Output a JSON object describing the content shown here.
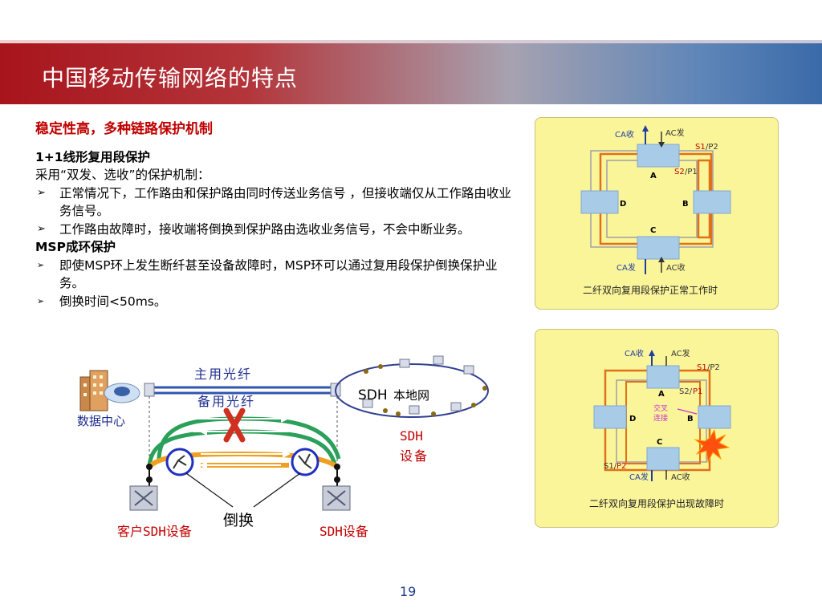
{
  "header": {
    "title": "中国移动传输网络的特点"
  },
  "content": {
    "subtitle": "稳定性高，多种链路保护机制",
    "sec1_heading": "1+1线形复用段保护",
    "sec1_intro": "采用“双发、选收”的保护机制：",
    "sec1_bullet1": "正常情况下，工作路由和保护路由同时传送业务信号 ，但接收端仅从工作路由收业务信号。",
    "sec1_bullet2": "工作路由故障时，接收端将倒换到保护路由选收业务信号，不会中断业务。",
    "sec2_heading": "MSP成环保护",
    "sec2_bullet1": "即使MSP环上发生断纤甚至设备故障时，MSP环可以通过复用段保护倒换保护业务。",
    "sec2_bullet2": "倒换时间<50ms。"
  },
  "network": {
    "main_fiber": "主用光纤",
    "backup_fiber": "备用光纤",
    "local_net": "本地网",
    "sdh": "SDH",
    "data_center": "数据中心",
    "sdh_device_a": "SDH",
    "sdh_device_b": "设备",
    "customer_sdh": "客户SDH设备",
    "sdh_equipment": "SDH设备",
    "switchover": "倒换"
  },
  "ring_normal": {
    "ca_recv": "CA收",
    "ac_send": "AC发",
    "s1": "S1",
    "p2": "/P2",
    "s2": "S2",
    "p1": "/P1",
    "node_a": "A",
    "node_b": "B",
    "node_c": "C",
    "node_d": "D",
    "ca_send": "CA发",
    "ac_recv": "AC收",
    "caption": "二纤双向复用段保护正常工作时"
  },
  "ring_fault": {
    "ca_recv": "CA收",
    "ac_send": "AC发",
    "s1": "S1",
    "p2": "/P2",
    "s2": "S2/",
    "p1": "P1",
    "node_a": "A",
    "node_b": "B",
    "node_c": "C",
    "node_d": "D",
    "cross1": "交叉",
    "cross2": "连接",
    "s1b": "S1/",
    "p2b": "P2",
    "ca_send": "CA发",
    "ac_recv": "AC收",
    "caption": "二纤双向复用段保护出现故障时"
  },
  "footer": {
    "page": "19"
  },
  "colors": {
    "accent_red": "#c00000",
    "panel": "#fbf59a",
    "ring_orange": "#e0701a",
    "ring_blue": "#1f3f9f"
  }
}
